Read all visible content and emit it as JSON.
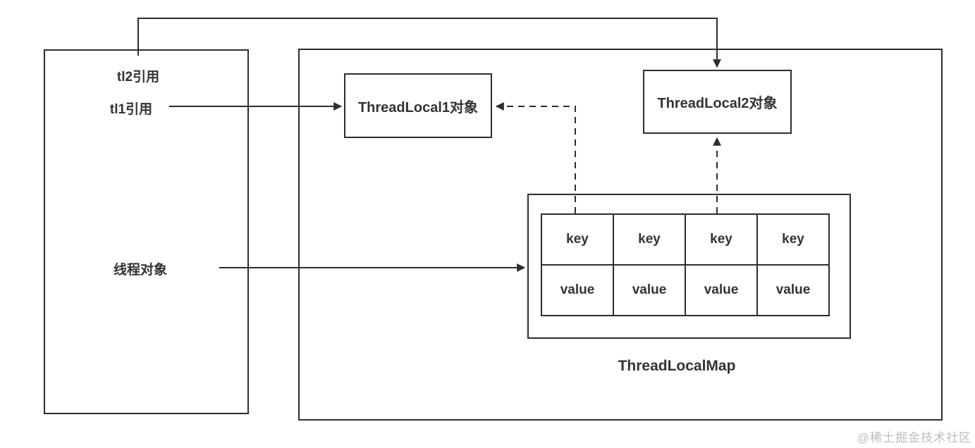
{
  "diagram": {
    "thread_stack_box": {
      "tl2_ref_label": "tl2引用",
      "tl1_ref_label": "tl1引用",
      "thread_object_label": "线程对象"
    },
    "heap_box": {
      "threadlocal1_label": "ThreadLocal1对象",
      "threadlocal2_label": "ThreadLocal2对象",
      "threadlocalmap_label": "ThreadLocalMap",
      "map_table": {
        "rows": [
          [
            "key",
            "key",
            "key",
            "key"
          ],
          [
            "value",
            "value",
            "value",
            "value"
          ]
        ]
      }
    },
    "watermark": "@稀土掘金技术社区",
    "colors": {
      "line": "#2d2d2d",
      "text": "#333333",
      "watermark": "#bdbdbd",
      "background": "#ffffff"
    }
  }
}
